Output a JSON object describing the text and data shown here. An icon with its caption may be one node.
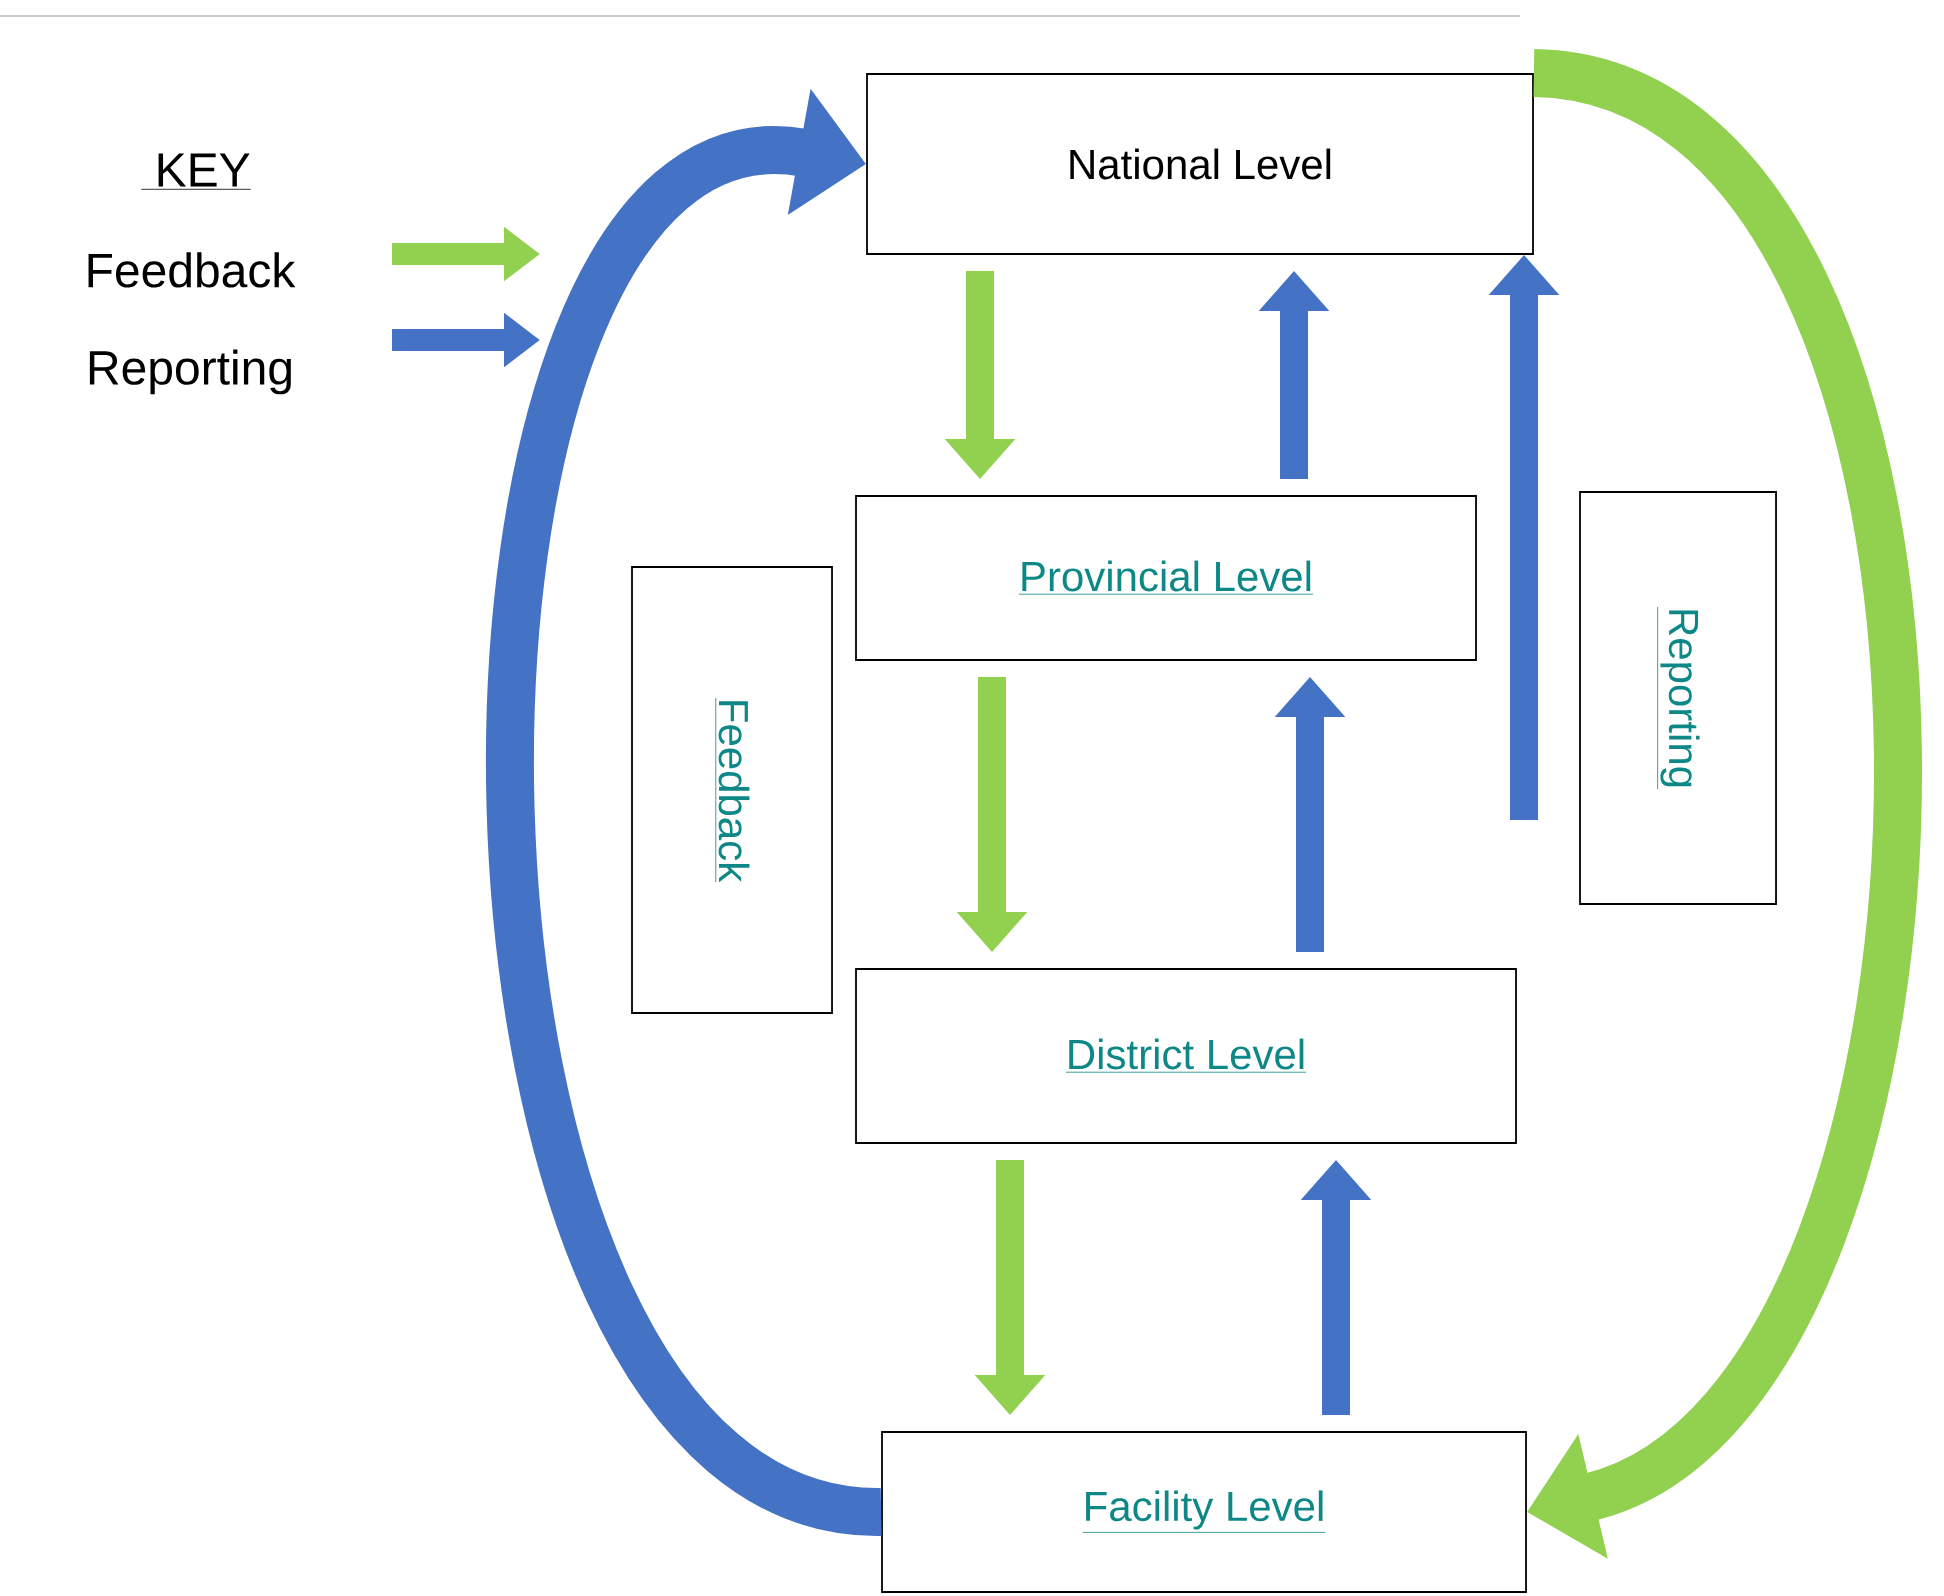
{
  "diagram": {
    "nodes": [
      {
        "text": [
          "National Level"
        ]
      },
      {
        "text": [
          "Provincial Level"
        ]
      },
      {
        "text": [
          "District Level"
        ]
      },
      {
        "text": [
          "Facility Level"
        ]
      },
      {
        "text": [
          "Feedback"
        ]
      },
      {
        "text": [
          "Reporting"
        ]
      }
    ],
    "edges": [
      {
        "from": 0,
        "to": 1,
        "arrow": "to",
        "color": "#92d050"
      },
      {
        "from": 1,
        "to": 2,
        "arrow": "to",
        "color": "#92d050"
      },
      {
        "from": 2,
        "to": 3,
        "arrow": "to",
        "color": "#92d050"
      },
      {
        "from": 1,
        "to": 0,
        "arrow": "to"
      },
      {
        "from": 2,
        "to": 1,
        "arrow": "to"
      },
      {
        "from": 3,
        "to": 2,
        "arrow": "to"
      },
      {
        "from": null,
        "to": 0,
        "arrow": "to"
      },
      {
        "from": 3,
        "to": 0,
        "arrow": "to"
      },
      {
        "from": 0,
        "to": 3,
        "arrow": "to",
        "color": "#92d050"
      }
    ],
    "labels": [
      "KEY"
    ],
    "legend": [
      {
        "text": "Feedback",
        "color": "#92d050"
      },
      {
        "text": "Reporting",
        "color": "#4472c4"
      }
    ]
  }
}
